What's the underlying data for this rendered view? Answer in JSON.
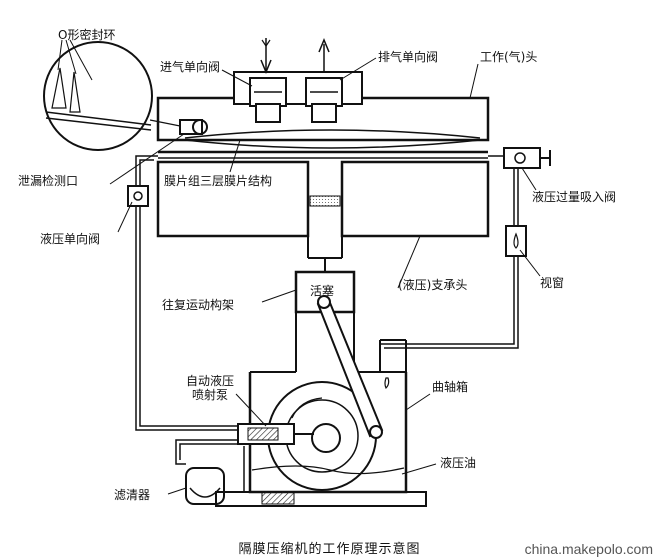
{
  "diagram": {
    "caption": "隔膜压缩机的工作原理示意图",
    "watermark": "china.makepolo.com",
    "labels": {
      "o_ring": "O形密封环",
      "inlet_check_valve": "进气单向阀",
      "exhaust_check_valve": "排气单向阀",
      "cylinder_head": "工作(气)头",
      "leak_detection_port": "泄漏检测口",
      "membrane_group": "膜片组三层膜片结构",
      "hydraulic_check_valve": "液压单向阀",
      "hydraulic_overflow_valve": "液压过量吸入阀",
      "sight_glass": "视窗",
      "hydraulic_support_head": "(液压)支承头",
      "reciprocating_frame": "往复运动构架",
      "piston": "活塞",
      "auto_injection_pump_line1": "自动液压",
      "auto_injection_pump_line2": "喷射泵",
      "crankcase": "曲轴箱",
      "hydraulic_oil": "液压油",
      "filter": "滤清器"
    }
  }
}
